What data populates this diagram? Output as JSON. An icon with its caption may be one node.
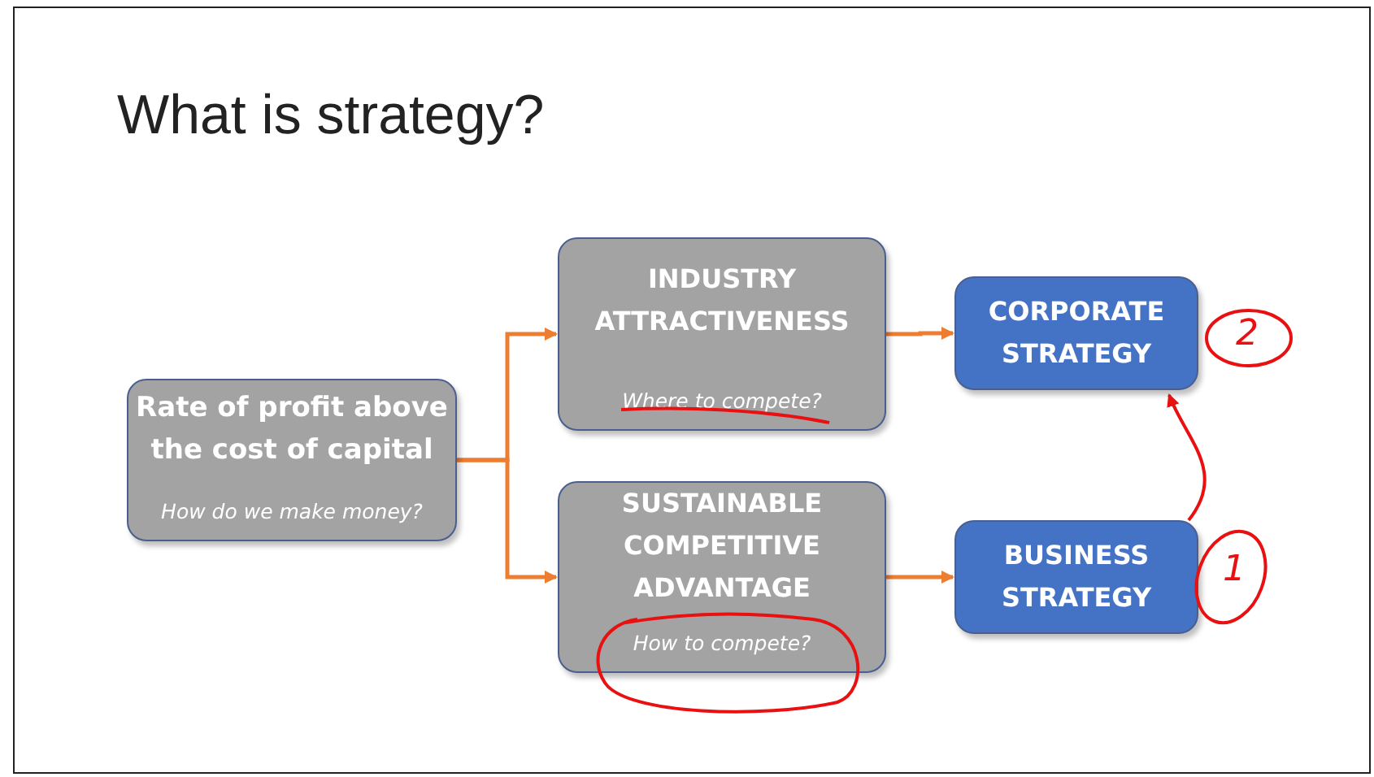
{
  "diagram": {
    "title": "What is strategy?",
    "nodes": [
      {
        "text": [
          "Rate of profit above the cost of capital",
          "How do we make money?"
        ]
      },
      {
        "text": [
          "INDUSTRY ATTRACTIVENESS",
          "Where to compete?"
        ]
      },
      {
        "text": [
          "SUSTAINABLE COMPETITIVE ADVANTAGE",
          "How to compete?"
        ]
      },
      {
        "text": [
          "CORPORATE STRATEGY"
        ]
      },
      {
        "text": [
          "BUSINESS STRATEGY"
        ]
      }
    ],
    "edges": [
      {
        "from": 0,
        "to": 1,
        "arrow": "to"
      },
      {
        "from": 0,
        "to": 2,
        "arrow": "to"
      },
      {
        "from": 1,
        "to": 3,
        "arrow": "to"
      },
      {
        "from": 2,
        "to": 4,
        "arrow": "to"
      },
      {
        "from": 4,
        "to": 3,
        "arrow": "to",
        "color": "#e81010"
      }
    ],
    "labels": [
      "2",
      "1"
    ]
  }
}
